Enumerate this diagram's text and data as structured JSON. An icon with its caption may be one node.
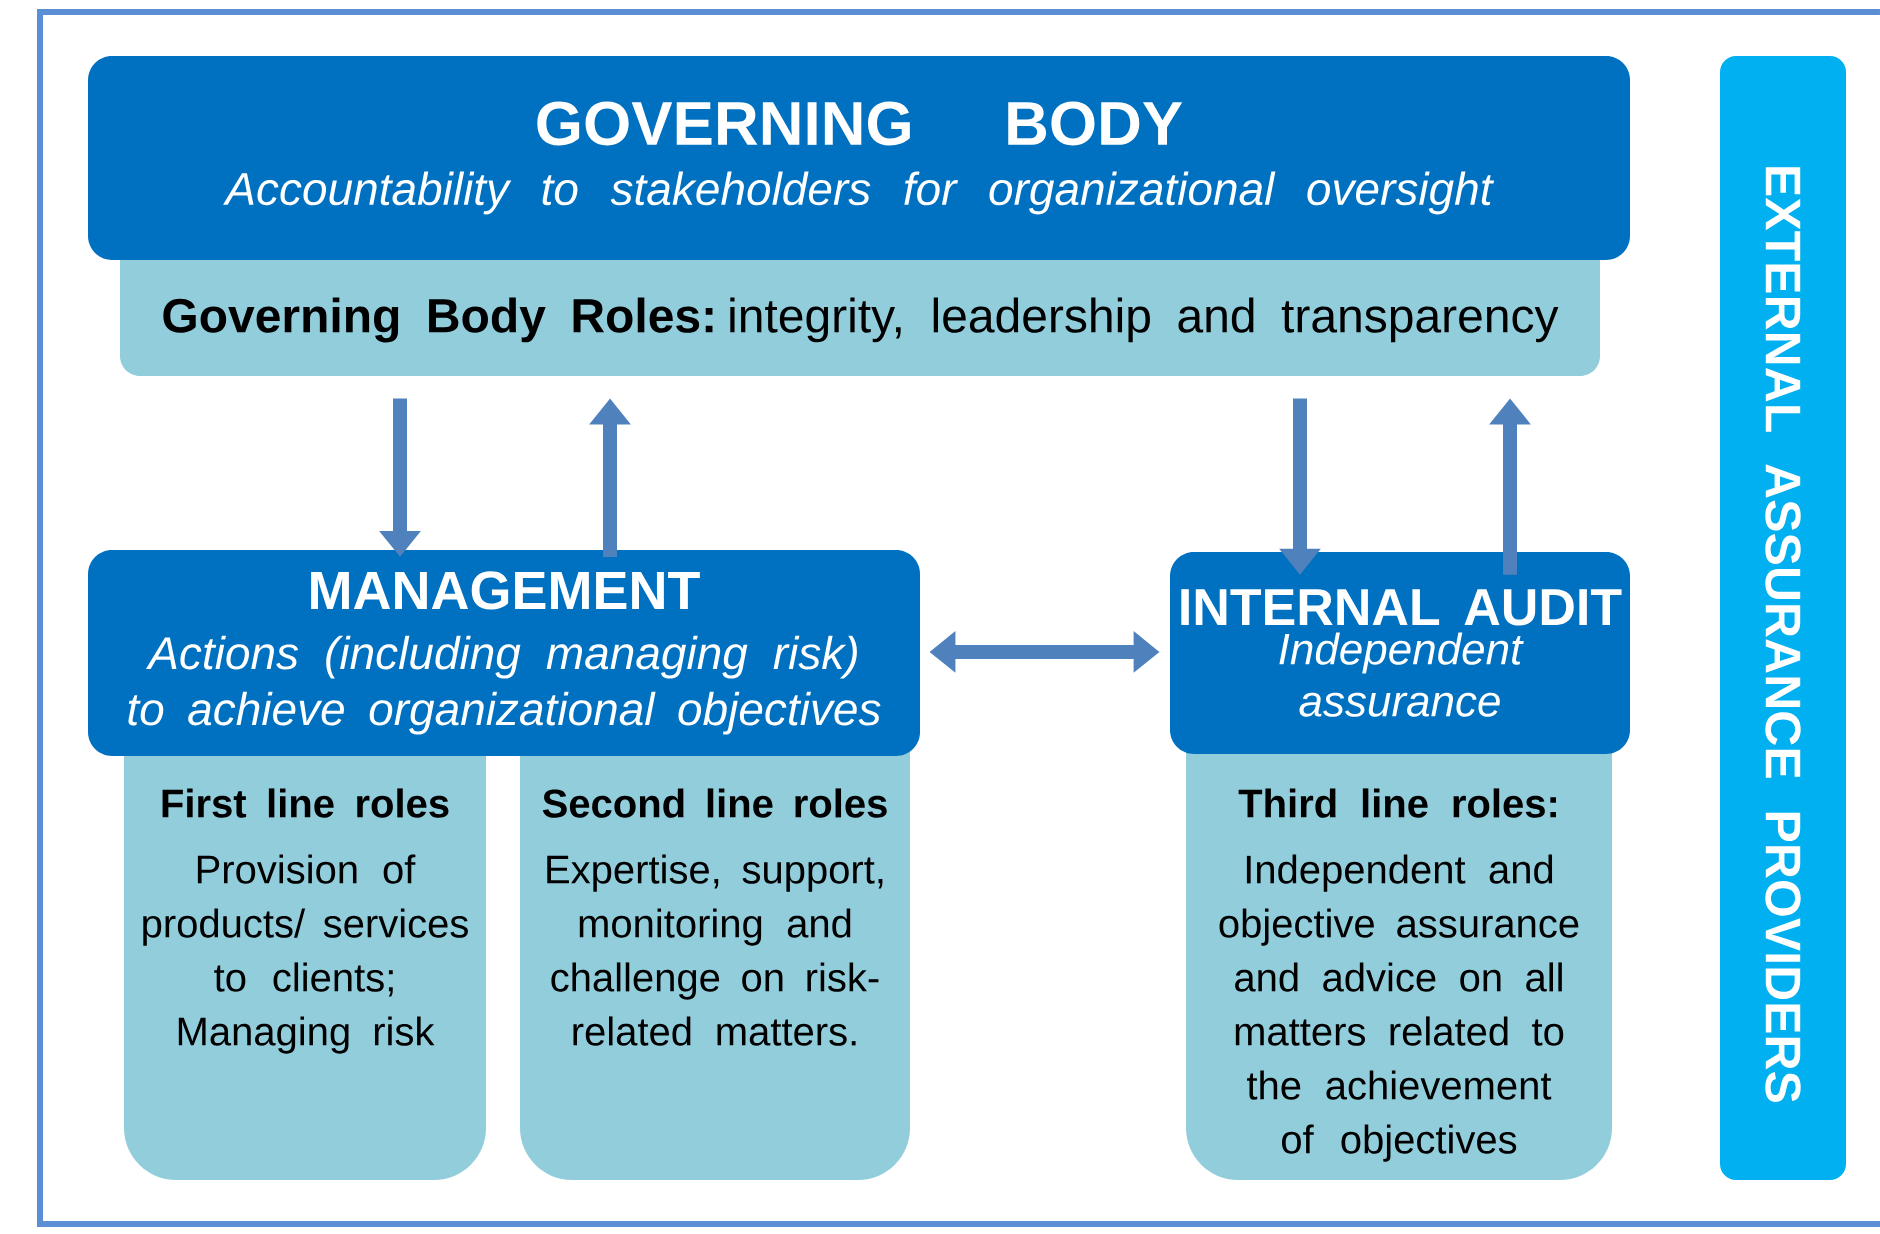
{
  "diagram": {
    "nodes": [
      {
        "text": [
          "GOVERNING BODY",
          "Accountability to stakeholders for organizational oversight"
        ]
      },
      {
        "text": [
          "**Governing Body Roles:** integrity, leadership and transparency"
        ]
      },
      {
        "text": [
          "MANAGEMENT",
          "Actions (including managing risk) to achieve organizational objectives"
        ]
      },
      {
        "text": [
          "First line roles",
          "Provision of products/ services to clients; Managing risk"
        ]
      },
      {
        "text": [
          "Second line roles",
          "Expertise, support, monitoring and challenge on risk-related matters."
        ]
      },
      {
        "text": [
          "INTERNAL AUDIT",
          "Independent assurance"
        ]
      },
      {
        "text": [
          "Third line roles:",
          "Independent and objective assurance and advice on all matters related to the achievement of objectives"
        ]
      },
      {
        "text": [
          "EXTERNAL ASSURANCE PROVIDERS"
        ]
      }
    ],
    "edges": [
      {
        "from": 1,
        "to": 2,
        "arrow": "to"
      },
      {
        "from": 2,
        "to": 1,
        "arrow": "to"
      },
      {
        "from": 1,
        "to": 5,
        "arrow": "to"
      },
      {
        "from": 5,
        "to": 1,
        "arrow": "to"
      },
      {
        "from": 2,
        "to": 5,
        "arrow": "both"
      }
    ]
  }
}
